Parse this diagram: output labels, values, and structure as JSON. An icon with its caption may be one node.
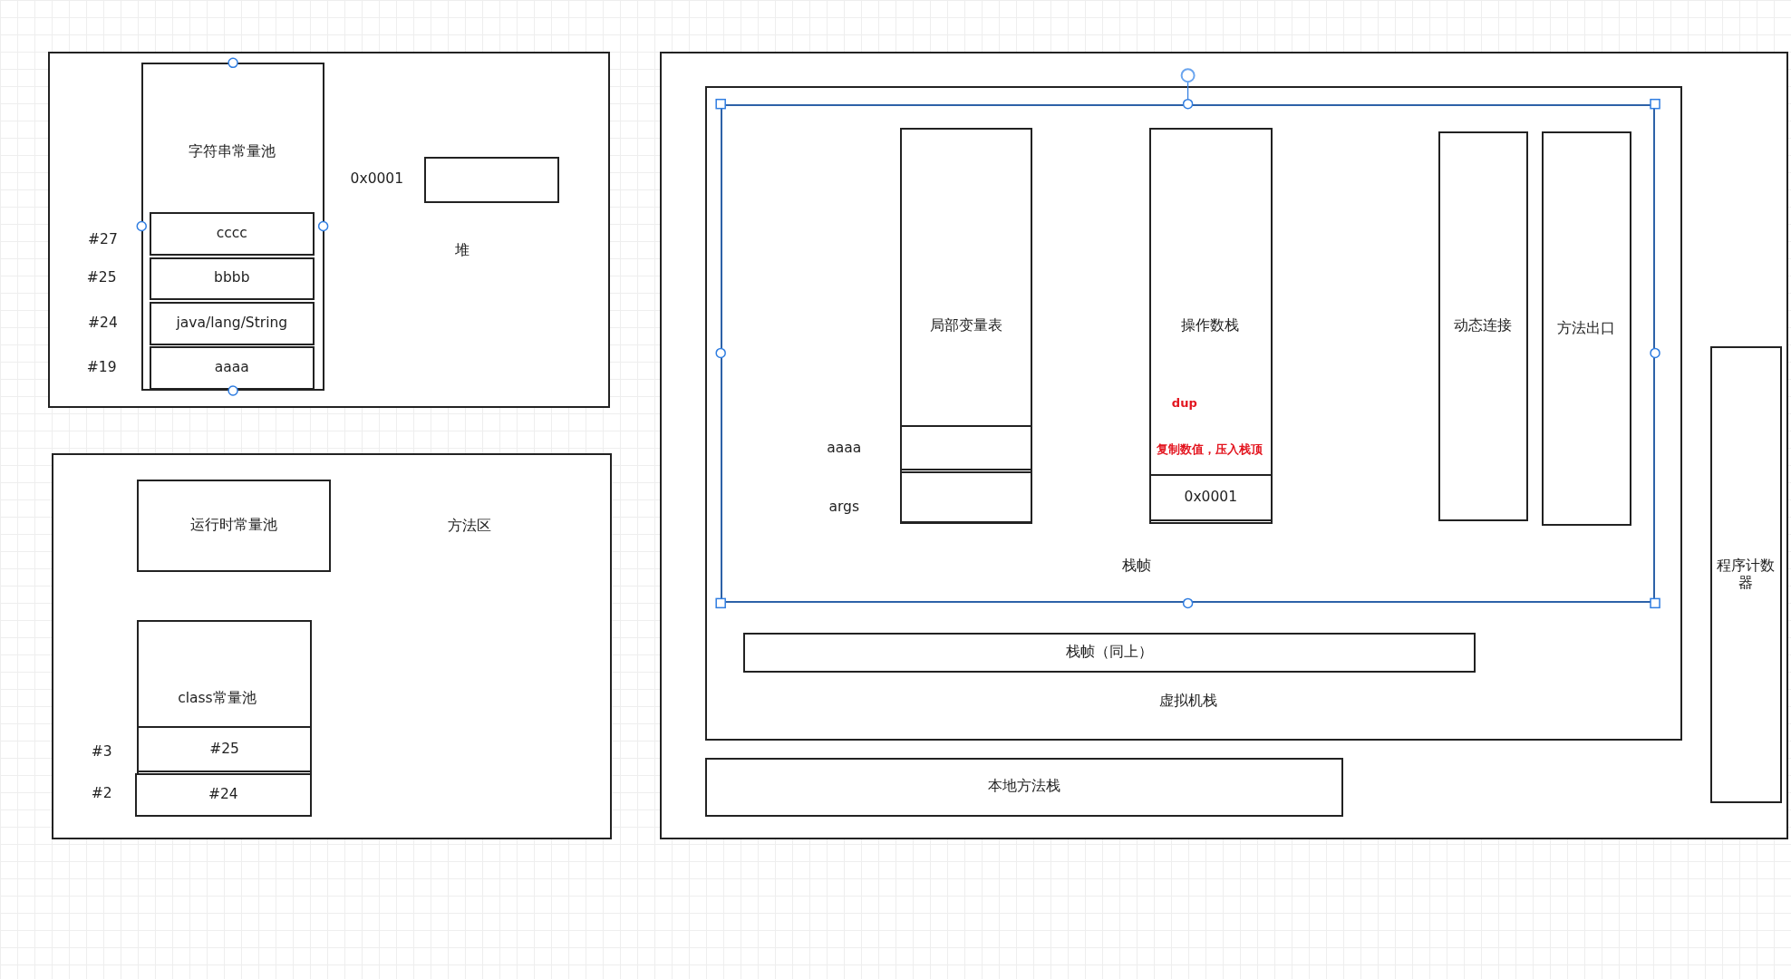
{
  "diagram": {
    "nodes": [
      {
        "text": [
          "堆"
        ]
      },
      {
        "text": [
          "字符串常量池"
        ],
        "in": 0
      },
      {
        "text": [
          "cccc"
        ],
        "in": 1
      },
      {
        "text": [
          "bbbb"
        ],
        "in": 1
      },
      {
        "text": [
          "java/lang/String"
        ],
        "in": 1
      },
      {
        "text": [
          "aaaa"
        ],
        "in": 1
      },
      {
        "text": [],
        "shape": "box",
        "in": 0,
        "beside": [
          "0x0001"
        ]
      },
      {
        "text": [
          "方法区"
        ]
      },
      {
        "text": [
          "运行时常量池"
        ],
        "in": 7
      },
      {
        "text": [
          "class常量池"
        ],
        "in": 7
      },
      {
        "text": [
          "#25"
        ],
        "in": 9
      },
      {
        "text": [
          "#24"
        ],
        "in": 9
      },
      {
        "text": [],
        "shape": "box"
      },
      {
        "text": [
          "虚拟机栈"
        ],
        "in": 12
      },
      {
        "text": [
          "栈帧"
        ],
        "in": 13
      },
      {
        "text": [
          "局部变量表"
        ],
        "in": 14
      },
      {
        "text": [],
        "shape": "box",
        "in": 15,
        "beside": [
          "aaaa"
        ]
      },
      {
        "text": [],
        "shape": "box",
        "in": 15,
        "beside": [
          "args"
        ]
      },
      {
        "text": [
          "操作数栈",
          "dup",
          "复制数值，压入栈顶"
        ],
        "in": 14
      },
      {
        "text": [
          "0x0001"
        ],
        "in": 18
      },
      {
        "text": [
          "动态连接"
        ],
        "in": 14
      },
      {
        "text": [
          "方法出口"
        ],
        "in": 14
      },
      {
        "text": [
          "栈帧（同上）"
        ],
        "in": 13
      },
      {
        "text": [
          "本地方法栈"
        ],
        "in": 12
      },
      {
        "text": [
          "程序计数器"
        ],
        "in": 12
      }
    ],
    "labels": [
      "#27",
      "#25",
      "#24",
      "#19",
      "#3",
      "#2"
    ]
  }
}
